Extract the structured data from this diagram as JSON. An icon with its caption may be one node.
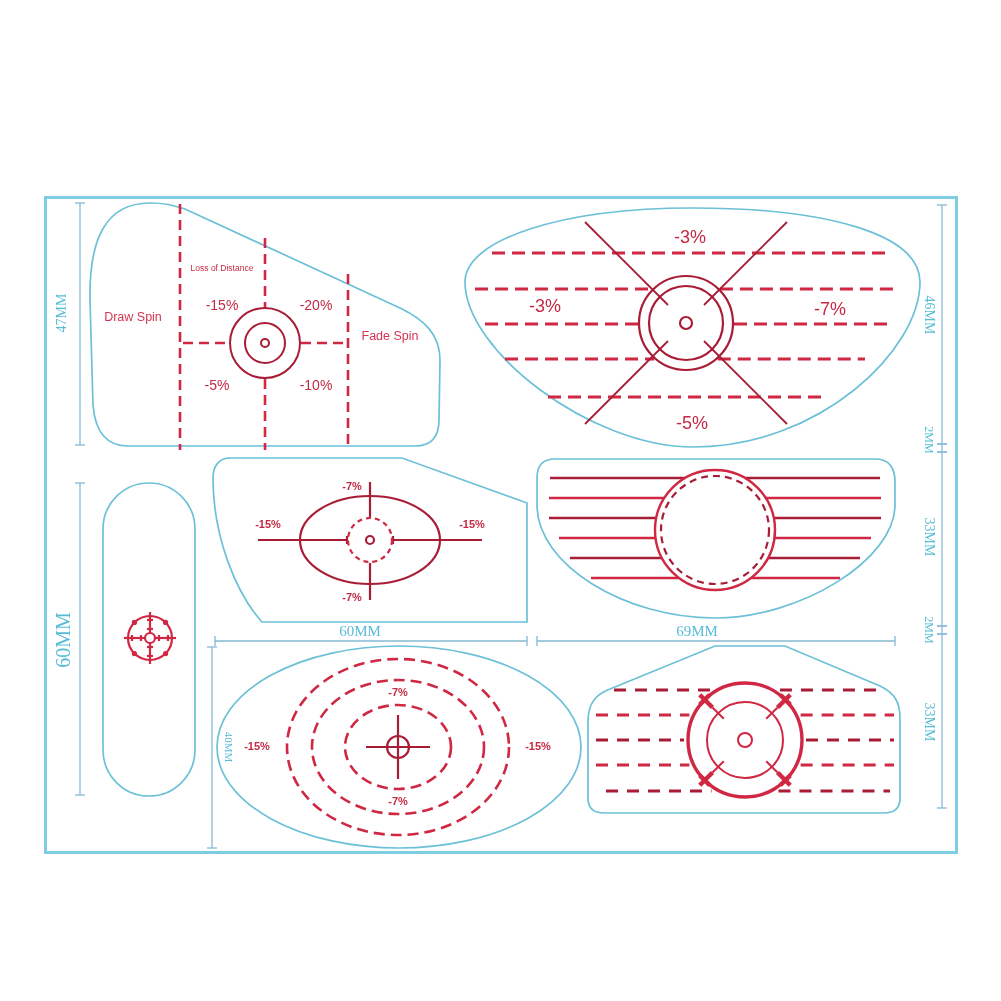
{
  "diagram": {
    "nodes": [
      {
        "text": [
          "Loss of Distance",
          "-15%",
          "-20%",
          "Draw Spin",
          "Fade Spin",
          "-5%",
          "-10%"
        ]
      },
      {
        "text": [
          "-3%",
          "-3%",
          "-7%",
          "-5%"
        ]
      },
      {
        "text": [],
        "shape": "box"
      },
      {
        "text": [
          "-7%",
          "-15%",
          "-15%",
          "-7%"
        ]
      },
      {
        "text": [],
        "shape": "box"
      },
      {
        "text": [
          "-7%",
          "-15%",
          "-15%",
          "-7%"
        ]
      },
      {
        "text": [],
        "shape": "box"
      }
    ],
    "labels": [
      "47MM",
      "46MM",
      "2MM",
      "33MM",
      "60MM",
      "69MM",
      "2MM",
      "60MM",
      "33MM",
      "40MM"
    ]
  }
}
